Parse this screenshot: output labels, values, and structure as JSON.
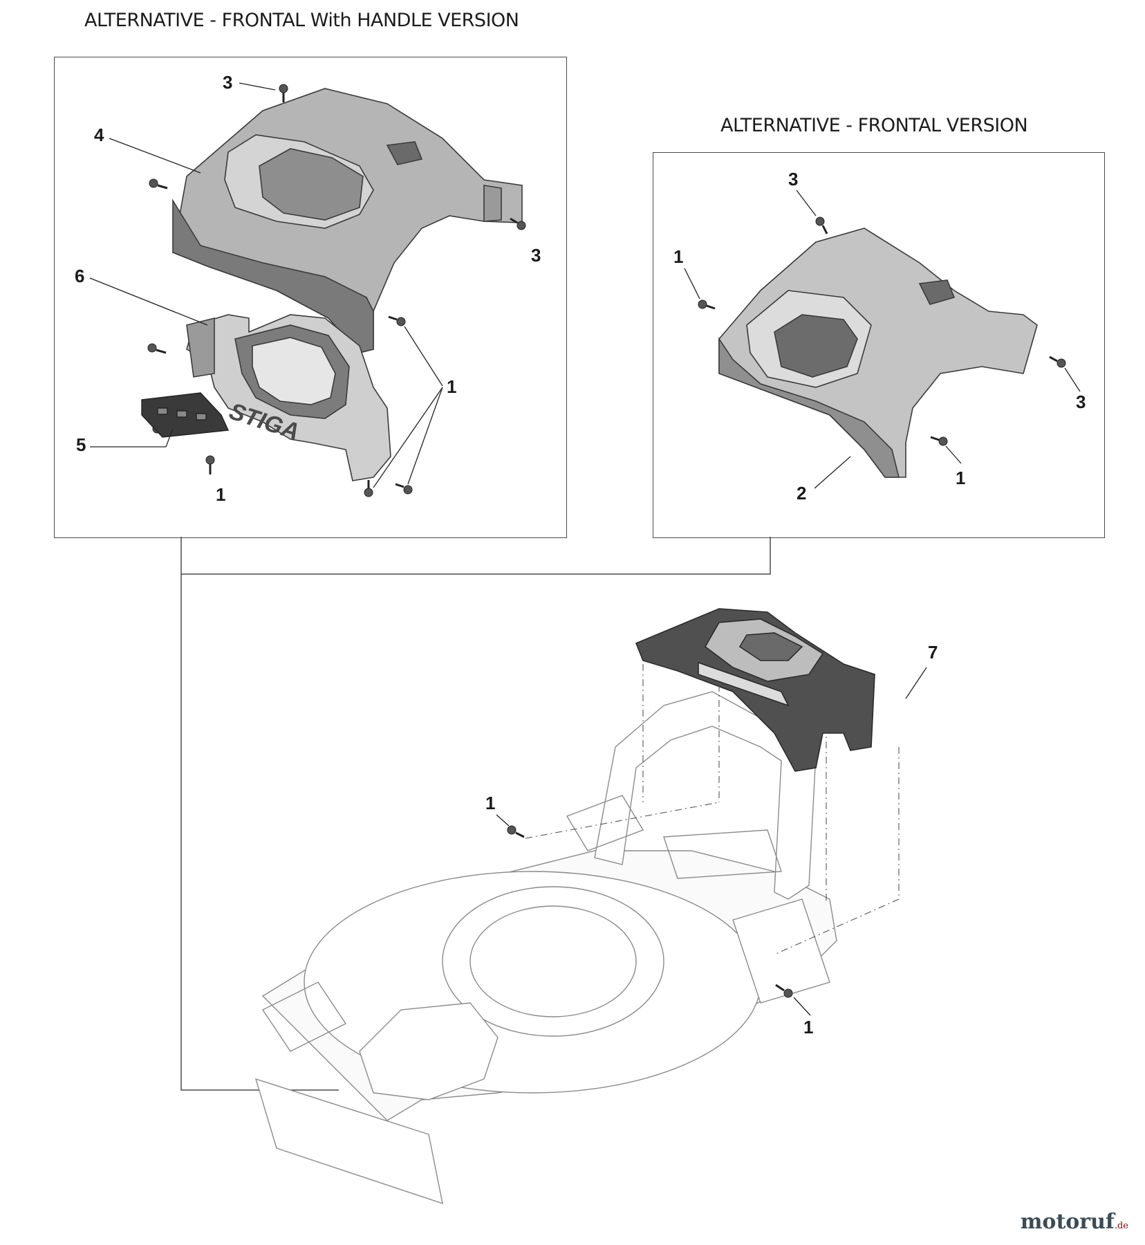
{
  "headings": {
    "left": "ALTERNATIVE - FRONTAL With HANDLE VERSION",
    "right": "ALTERNATIVE - FRONTAL VERSION"
  },
  "callouts": {
    "p1_3a": "3",
    "p1_4": "4",
    "p1_3b": "3",
    "p1_6": "6",
    "p1_1a": "1",
    "p1_5": "5",
    "p1_1b": "1",
    "p2_3a": "3",
    "p2_1a": "1",
    "p2_3b": "3",
    "p2_2": "2",
    "p2_1b": "1",
    "m_7": "7",
    "m_1a": "1",
    "m_1b": "1"
  },
  "logo_text": "STIGA",
  "brand": {
    "name": "motoruf",
    "tld": ".de"
  },
  "colors": {
    "line": "#4a4a4a",
    "part_dark": "#6e6e6e",
    "part_mid": "#9a9a9a",
    "part_light": "#c8c8c8"
  }
}
